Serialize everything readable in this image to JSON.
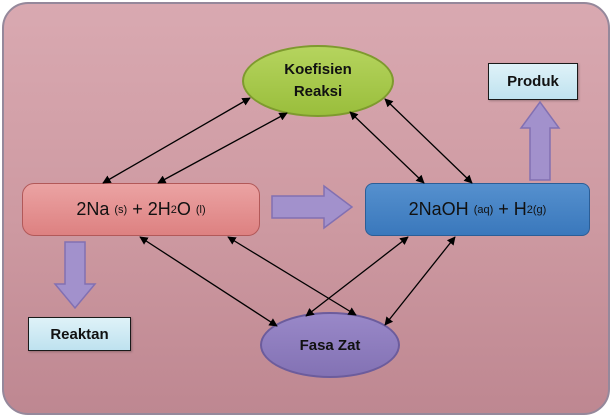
{
  "nodes": {
    "koefisien": {
      "line1": "Koefisien",
      "line2": "Reaksi"
    },
    "produk": {
      "label": "Produk"
    },
    "reaktan": {
      "label": "Reaktan"
    },
    "fasa_zat": {
      "label": "Fasa Zat"
    }
  },
  "formulas": {
    "reactant": {
      "t1": "2Na ",
      "sub1": "(s)",
      "t2": " + 2H",
      "sub2": "2",
      "t3": "O ",
      "sub3": "(l)"
    },
    "product": {
      "t1": "2NaOH ",
      "sub1": "(aq)",
      "t2": " + H",
      "sub2": "2(g)"
    }
  },
  "colors": {
    "background_top": "#D9A9B1",
    "background_bottom": "#BE8791",
    "canvas_border": "#95889B",
    "koefisien_fill": "#9ABE3C",
    "koefisien_border": "#7E9A2E",
    "reactant_fill": "#DD8181",
    "reactant_border": "#B25959",
    "product_fill": "#3A78BC",
    "product_border": "#2B5E97",
    "fasa_fill": "#8372B4",
    "fasa_border": "#6C5C9C",
    "label_box_fill": "#BFE2EF",
    "block_arrow_fill": "#A291CC",
    "block_arrow_border": "#8270B2",
    "edge_color": "#000000"
  }
}
